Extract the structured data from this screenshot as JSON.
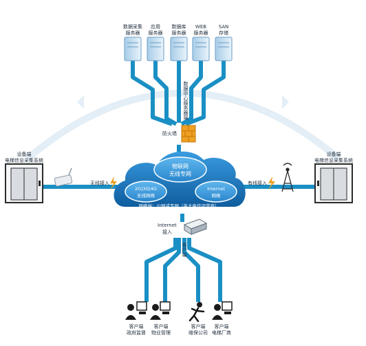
{
  "servers": [
    {
      "line1": "数据采集",
      "line2": "服务器"
    },
    {
      "line1": "应用",
      "line2": "服务器"
    },
    {
      "line1": "数据库",
      "line2": "服务器"
    },
    {
      "line1": "WEB",
      "line2": "服务器"
    },
    {
      "line1": "SAN",
      "line2": "存储"
    }
  ],
  "data_center_label": "数据中心服务器端",
  "firewall_label": "防火墙",
  "left_device": {
    "line1": "设备端",
    "line2": "电梯信息采集系统"
  },
  "right_device": {
    "line1": "设备端",
    "line2": "电梯信息采集系统"
  },
  "wireless_access": "无线接入",
  "wired_access": "有线接入",
  "cloud": {
    "iot_line1": "物联网",
    "iot_line2": "无线专网",
    "mobile_line1": "2G|3G|4G",
    "mobile_line2": "无线网络",
    "internet_line1": "Internet",
    "internet_line2": "网络",
    "bottom_label": "网络端：公网或专网（各大电信运营商）"
  },
  "internet_access": {
    "line1": "Internet",
    "line2": "接入"
  },
  "client_label": "客户端",
  "clients": [
    {
      "line1": "客户端",
      "line2": "政府监督"
    },
    {
      "line1": "客户端",
      "line2": "物业管理"
    },
    {
      "line1": "客户端",
      "line2": "维保公司"
    },
    {
      "line1": "客户端",
      "line2": "电梯厂商"
    }
  ],
  "colors": {
    "pipe": "#1a8fc4",
    "cloud": "#1673b6",
    "accent": "#f0a020"
  }
}
